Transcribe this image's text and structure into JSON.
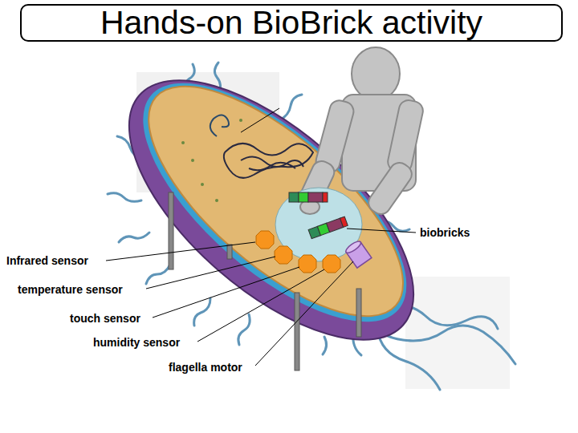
{
  "diagram": {
    "title": "Hands-on BioBrick activity",
    "labels": [
      "Infrared sensor",
      "temperature sensor",
      "touch sensor",
      "humidity sensor",
      "flagella motor",
      "biobricks"
    ]
  }
}
